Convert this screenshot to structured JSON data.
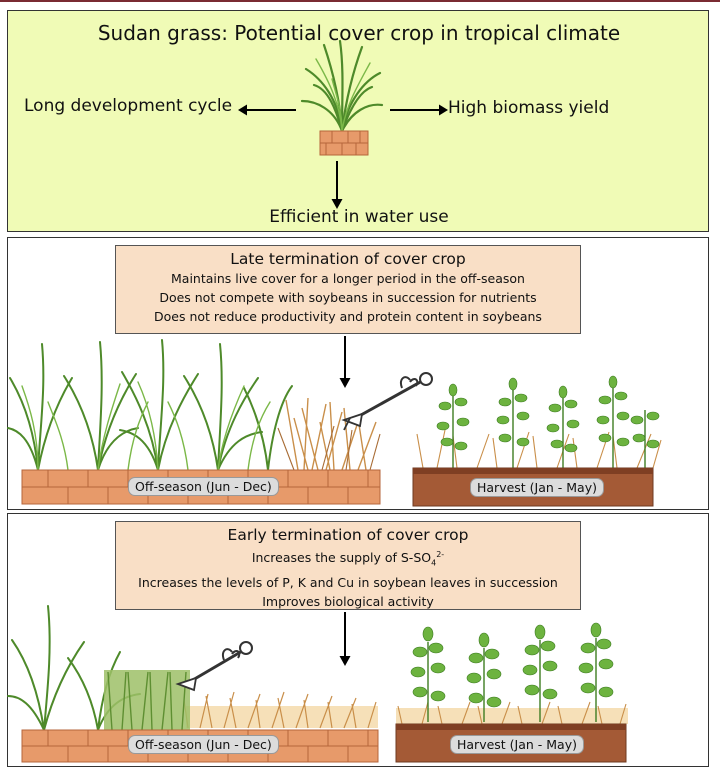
{
  "header": {
    "title": "Sudan grass: Potential cover crop in tropical climate",
    "left_label": "Long development cycle",
    "right_label": "High biomass yield",
    "bottom_label": "Efficient in water use"
  },
  "late": {
    "title": "Late termination of cover crop",
    "items": [
      "Maintains live cover for a longer period in the off-season",
      "Does not compete with soybeans in succession for nutrients",
      "Does not reduce productivity and protein content in soybeans"
    ],
    "offseason_label": "Off-season (Jun - Dec)",
    "harvest_label": "Harvest (Jan - May)"
  },
  "early": {
    "title": "Early termination of cover crop",
    "item1_prefix": "Increases the supply of S-SO",
    "item1_sub": "4",
    "item1_sup": "2-",
    "items": [
      "Increases the levels of P, K and Cu in soybean leaves in succession",
      "Improves biological activity"
    ],
    "offseason_label": "Off-season (Jun - Dec)",
    "harvest_label": "Harvest (Jan - May)"
  },
  "colors": {
    "header_bg": "#f0fbb6",
    "box_bg": "#f9dfc6",
    "grass_green": "#4e8a2a",
    "dry_grass": "#c98f4a",
    "soil_tile": "#e79a6a",
    "harvest_soil": "#a45a36",
    "soy_leaf": "#6db33f"
  },
  "icons": [
    "arrow-left-icon",
    "arrow-right-icon",
    "arrow-down-icon",
    "grass-plant-icon",
    "brush-cutter-icon",
    "soybean-plant-icon"
  ]
}
